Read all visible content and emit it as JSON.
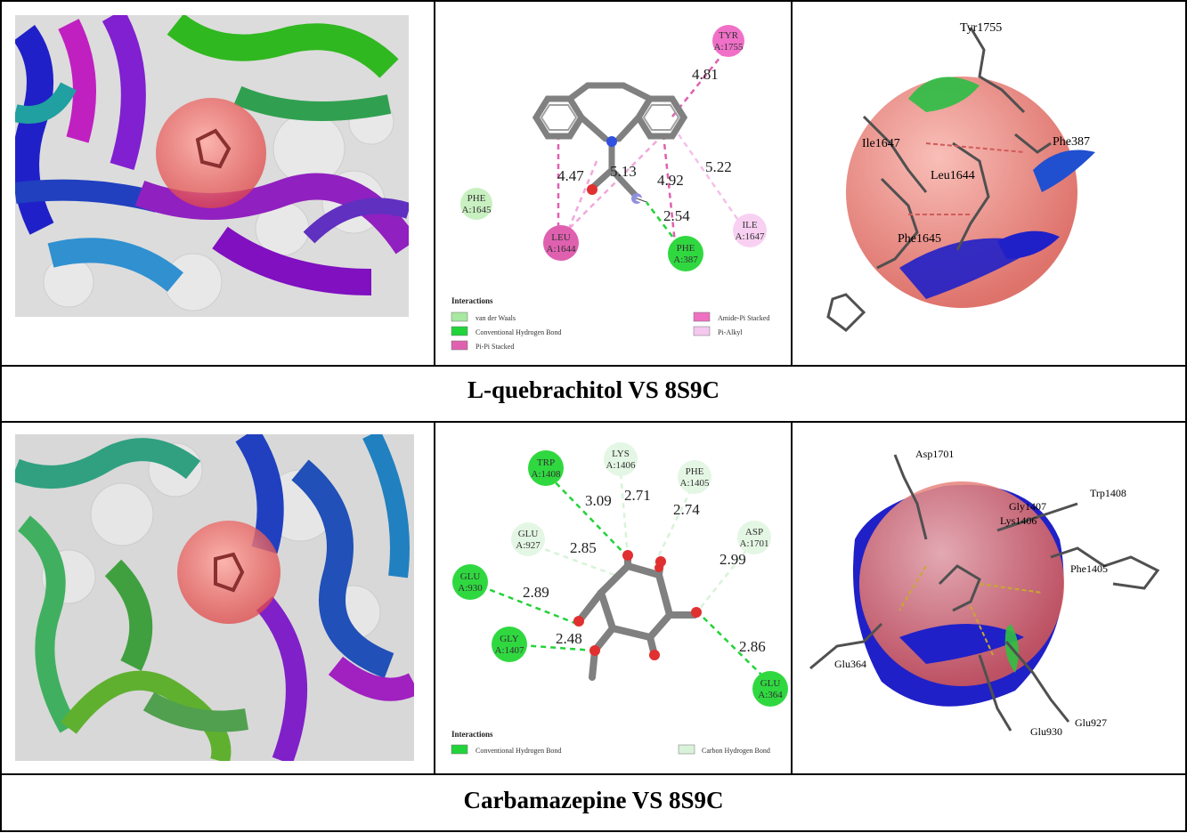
{
  "panels": [
    {
      "caption": "L-quebrachitol VS 8S9C",
      "diagram": {
        "residues": [
          {
            "name": "TYR",
            "id": "A:1755",
            "type": "pi-pi"
          },
          {
            "name": "PHE",
            "id": "A:1645",
            "type": "vdw"
          },
          {
            "name": "LEU",
            "id": "A:1644",
            "type": "pi-pi"
          },
          {
            "name": "PHE",
            "id": "A:387",
            "type": "hbond"
          },
          {
            "name": "ILE",
            "id": "A:1647",
            "type": "pi-alkyl"
          }
        ],
        "distances": [
          "4.81",
          "4.47",
          "5.13",
          "4.92",
          "5.22",
          "2.54"
        ],
        "legend_title": "Interactions",
        "legend": [
          {
            "label": "van der Waals",
            "color": "#a8e8a0"
          },
          {
            "label": "Conventional Hydrogen Bond",
            "color": "#22d33a"
          },
          {
            "label": "Pi-Pi Stacked",
            "color": "#e060b0"
          },
          {
            "label": "Amide-Pi Stacked",
            "color": "#ee70c0"
          },
          {
            "label": "Pi-Alkyl",
            "color": "#f5c8ee"
          }
        ]
      },
      "pocket_labels": [
        "Tyr1755",
        "Ile1647",
        "Phe387",
        "Leu1644",
        "Phe1645"
      ]
    },
    {
      "caption": "Carbamazepine VS 8S9C",
      "diagram": {
        "residues": [
          {
            "name": "TRP",
            "id": "A:1408",
            "type": "hbond"
          },
          {
            "name": "LYS",
            "id": "A:1406",
            "type": "carbon-h"
          },
          {
            "name": "PHE",
            "id": "A:1405",
            "type": "carbon-h"
          },
          {
            "name": "GLU",
            "id": "A:927",
            "type": "carbon-h"
          },
          {
            "name": "ASP",
            "id": "A:1701",
            "type": "carbon-h"
          },
          {
            "name": "GLU",
            "id": "A:930",
            "type": "hbond"
          },
          {
            "name": "GLY",
            "id": "A:1407",
            "type": "hbond"
          },
          {
            "name": "GLU",
            "id": "A:364",
            "type": "hbond"
          }
        ],
        "distances": [
          "3.09",
          "2.71",
          "2.74",
          "2.85",
          "2.99",
          "2.89",
          "2.48",
          "2.86"
        ],
        "legend_title": "Interactions",
        "legend": [
          {
            "label": "Conventional Hydrogen Bond",
            "color": "#22d33a"
          },
          {
            "label": "Carbon Hydrogen Bond",
            "color": "#d8f3da"
          }
        ]
      },
      "pocket_labels": [
        "Asp1701",
        "Gly1407",
        "Lys1406",
        "Trp1408",
        "Phe1405",
        "Glu364",
        "Glu927",
        "Glu930"
      ]
    }
  ]
}
